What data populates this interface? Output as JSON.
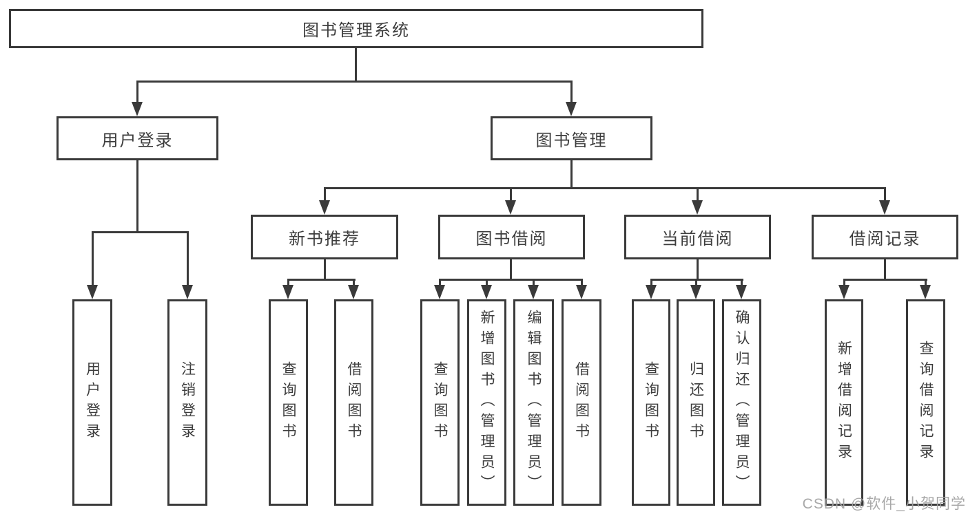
{
  "diagram": {
    "title": "图书管理系统",
    "type_hint": "hierarchy-tree",
    "colors": {
      "background": "#ffffff",
      "line": "#3a3a3a",
      "box_border": "#3a3a3a",
      "box_fill": "#ffffff",
      "text": "#3d3d3d",
      "watermark": "#a3a3a3"
    }
  },
  "tree": {
    "label": "图书管理系统",
    "children": [
      {
        "label": "用户登录",
        "children": [
          {
            "label": "用户登录"
          },
          {
            "label": "注销登录"
          }
        ]
      },
      {
        "label": "图书管理",
        "children": [
          {
            "label": "新书推荐",
            "children": [
              {
                "label": "查询图书"
              },
              {
                "label": "借阅图书"
              }
            ]
          },
          {
            "label": "图书借阅",
            "children": [
              {
                "label": "查询图书"
              },
              {
                "label": "新增图书（管理员）"
              },
              {
                "label": "编辑图书（管理员）"
              },
              {
                "label": "借阅图书"
              }
            ]
          },
          {
            "label": "当前借阅",
            "children": [
              {
                "label": "查询图书"
              },
              {
                "label": "归还图书"
              },
              {
                "label": "确认归还（管理员）"
              }
            ]
          },
          {
            "label": "借阅记录",
            "children": [
              {
                "label": "新增借阅记录"
              },
              {
                "label": "查询借阅记录"
              }
            ]
          }
        ]
      }
    ]
  },
  "watermark": {
    "text": "CSDN @软件_小贺同学"
  }
}
